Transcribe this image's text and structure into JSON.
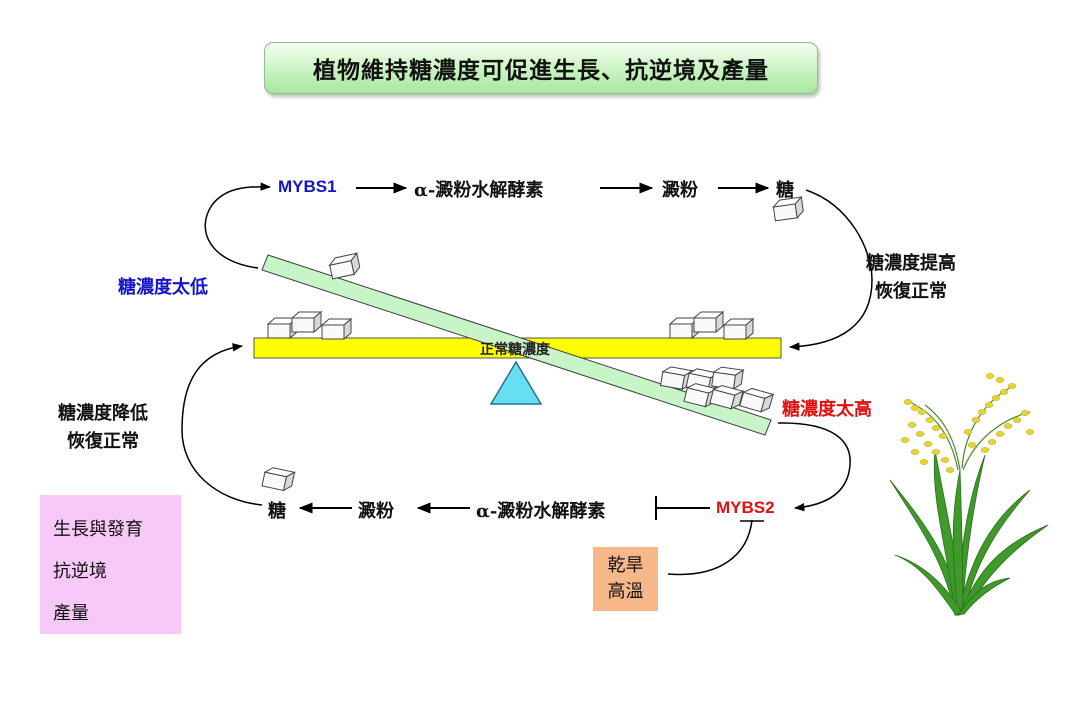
{
  "title": "植物維持糖濃度可促進生長、抗逆境及產量",
  "top_pathway": {
    "gene": "MYBS1",
    "enzyme": "α-澱粉水解酵素",
    "starch": "澱粉",
    "sugar": "糖"
  },
  "bottom_pathway": {
    "gene": "MYBS2",
    "enzyme": "α-澱粉水解酵素",
    "starch": "澱粉",
    "sugar": "糖"
  },
  "labels": {
    "too_low": "糖濃度太低",
    "too_high": "糖濃度太高",
    "raise_line1": "糖濃度提高",
    "raise_line2": "恢復正常",
    "lower_line1": "糖濃度降低",
    "lower_line2": "恢復正常",
    "normal": "正常糖濃度"
  },
  "outcomes": [
    "生長與發育",
    "抗逆境",
    "產量"
  ],
  "stress": {
    "line1": "乾旱",
    "line2": "高溫"
  },
  "colors": {
    "title_bg": "#b8ecb0",
    "gene_low": "#1515c8",
    "gene_high": "#e01010",
    "beam": "#ffff00",
    "seesaw": "#c8f5c8",
    "fulcrum": "#66e0f0",
    "outcomes_bg": "#f8c8f8",
    "stress_bg": "#f8b788"
  },
  "icons": [
    "sugar-cube-icon",
    "rice-plant-icon",
    "fulcrum-triangle"
  ]
}
